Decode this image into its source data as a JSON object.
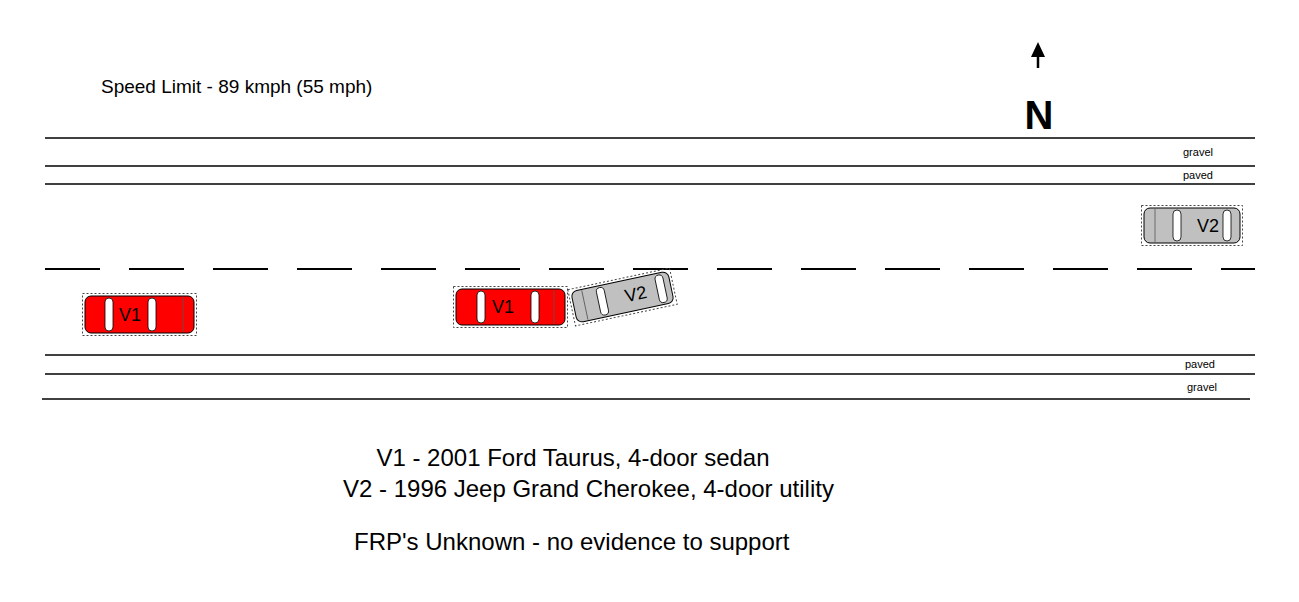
{
  "diagram": {
    "nodes": [
      {
        "text": [
          "V2"
        ]
      },
      {
        "text": [
          "V1"
        ]
      },
      {
        "text": [
          "V1"
        ]
      },
      {
        "text": [
          "V2"
        ]
      }
    ],
    "labels": [
      "Speed Limit - 89 kmph (55 mph)",
      "N",
      "gravel",
      "paved",
      "paved",
      "gravel",
      "V1 - 2001 Ford Taurus, 4-door sedan",
      "V2 - 1996 Jeep Grand Cherokee, 4-door utility",
      "FRP's Unknown - no evidence to support"
    ]
  }
}
